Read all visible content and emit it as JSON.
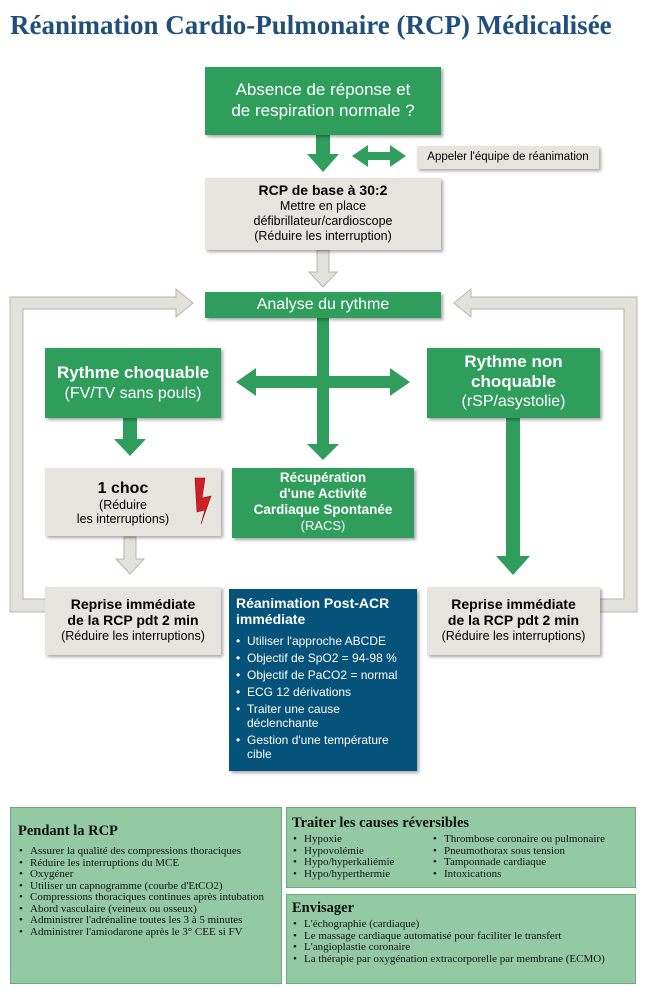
{
  "title": "Réanimation Cardio-Pulmonaire (RCP) Médicalisée",
  "nodes": {
    "absence": [
      "Absence de réponse et",
      "de respiration normale ?"
    ],
    "call_team": "Appeler l'équipe de réanimation",
    "rcp_base": {
      "title": "RCP de base à 30:2",
      "lines": [
        "Mettre en place",
        "défibrillateur/cardioscope",
        "(Réduire les interruption)"
      ]
    },
    "analyse": "Analyse du rythme",
    "choquable": {
      "title": "Rythme choquable",
      "sub": "(FV/TV sans pouls)"
    },
    "non_choquable": {
      "title": [
        "Rythme non",
        "choquable"
      ],
      "sub": "(rSP/asystolie)"
    },
    "choc": {
      "title": "1 choc",
      "lines": [
        "(Réduire",
        "les interruptions)"
      ]
    },
    "racs": {
      "lines": [
        "Récupération",
        "d'une Activité",
        "Cardiaque Spontanée"
      ],
      "sub": "(RACS)"
    },
    "reprise_left": {
      "lines": [
        "Reprise immédiate",
        "de la RCP pdt 2 min"
      ],
      "sub": "(Réduire les interruptions)"
    },
    "reprise_right": {
      "lines": [
        "Reprise immédiate",
        "de la RCP pdt 2 min"
      ],
      "sub": "(Réduire les interruptions)"
    },
    "post_acr": {
      "title": [
        "Réanimation Post-ACR",
        "immédiate"
      ],
      "items": [
        "Utiliser l'approche ABCDE",
        "Objectif de SpO2 = 94-98 %",
        "Objectif de PaCO2 = normal",
        "ECG 12 dérivations",
        "Traiter une cause déclenchante",
        "Gestion d'une température cible"
      ]
    }
  },
  "panels": {
    "pendant": {
      "title": "Pendant la RCP",
      "items": [
        "Assurer la qualité des compressions thoraciques",
        "Réduire les interruptions du MCE",
        "Oxygéner",
        "Utiliser un capnogramme (courbe d'EtCO2)",
        "Compressions thoraciques continues après intubation",
        "Abord vasculaire (veineux ou osseux)",
        "Administrer l'adrénaline toutes les 3 à 5 minutes",
        "Administrer l'amiodarone après le 3° CEE si FV"
      ]
    },
    "causes": {
      "title": "Traiter les causes réversibles",
      "col1": [
        "Hypoxie",
        "Hypovolémie",
        "Hypo/hyperkaliémie",
        "Hypo/hyperthermie"
      ],
      "col2": [
        "Thrombose coronaire ou pulmonaire",
        "Pneumothorax sous tension",
        "Tamponnade cardiaque",
        "Intoxications"
      ]
    },
    "envisager": {
      "title": "Envisager",
      "items": [
        "L'échographie (cardiaque)",
        "Le massage cardiaque automatisé pour faciliter le transfert",
        "L'angioplastie coronaire",
        "La thérapie par oxygénation extracorporelle par membrane (ECMO)"
      ]
    }
  },
  "colors": {
    "green": "#2f9e5c",
    "grey_box": "#e6e4de",
    "blue_box": "#05527a",
    "panel_green": "#93c9a3",
    "title_blue": "#1f4f7a",
    "lightning_red": "#d11f26"
  }
}
